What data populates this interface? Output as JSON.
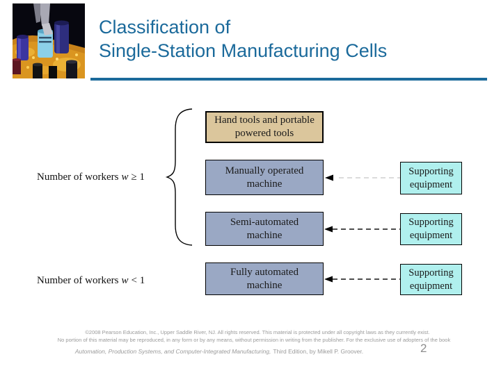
{
  "title": {
    "line1": "Classification of",
    "line2": "Single-Station Manufacturing Cells"
  },
  "diagram": {
    "hand_tools_box": "Hand tools and portable powered tools",
    "machine_boxes": [
      "Manually operated machine",
      "Semi-automated machine",
      "Fully automated machine"
    ],
    "support_boxes": [
      "Supporting equipment",
      "Supporting equipment",
      "Supporting equipment"
    ],
    "worker_labels": [
      {
        "prefix": "Number of workers",
        "variable": "w",
        "condition": "≥ 1"
      },
      {
        "prefix": "Number of workers",
        "variable": "w",
        "condition": "< 1"
      }
    ]
  },
  "footer": {
    "line1": "©2008 Pearson Education, Inc., Upper Saddle River, NJ.  All rights reserved.  This material is protected under all copyright laws as they currently exist.",
    "line2": "No portion of this material may be reproduced, in any form or by any means, without permission in writing from the publisher.  For the exclusive use of adopters of the book",
    "citation_italic": "Automation, Production Systems, and Computer-Integrated Manufacturing,",
    "citation_rest": "Third Edition, by Mikell P. Groover.",
    "page_number": "2"
  },
  "colors": {
    "title_text": "#1b6a9b",
    "title_underline": "#1b6a9b",
    "hand_tools_fill": "#dbc69c",
    "machine_fill": "#9aa8c4",
    "support_fill": "#b0f0ee",
    "box_border": "#000000",
    "footer_text": "#9a9a9a"
  }
}
